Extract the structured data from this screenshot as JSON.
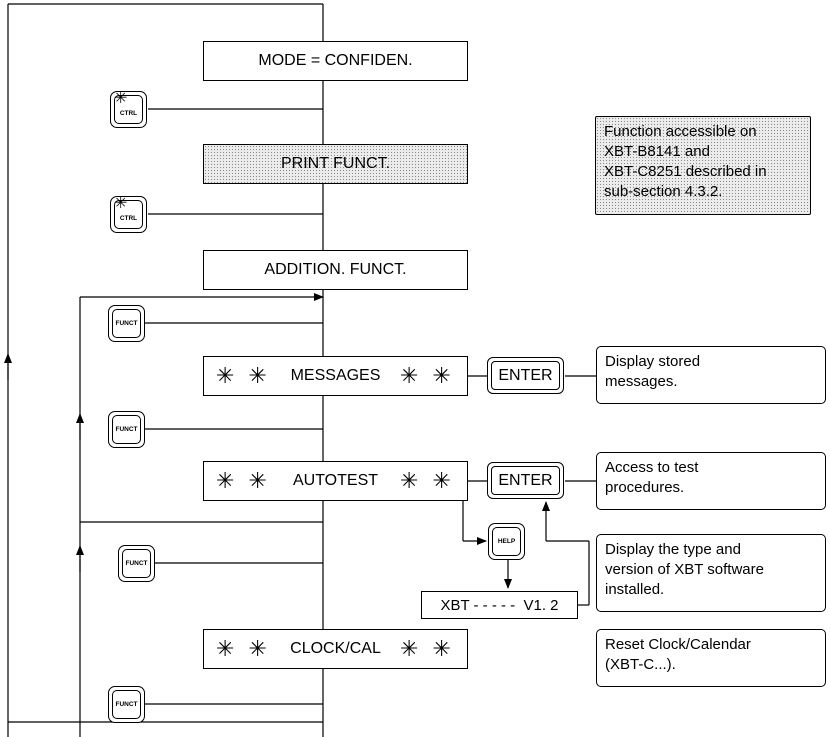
{
  "states": {
    "mode": "MODE = CONFIDEN.",
    "print": "PRINT FUNCT.",
    "addition": "ADDITION. FUNCT.",
    "messages": {
      "left": "✳ ✳",
      "label": "MESSAGES",
      "right": "✳ ✳"
    },
    "autotest": {
      "left": "✳ ✳",
      "label": "AUTOTEST",
      "right": "✳ ✳"
    },
    "clock": {
      "left": "✳ ✳",
      "label": "CLOCK/CAL",
      "right": "✳ ✳"
    },
    "xbt_display": "XBT - - - - -  V1. 2"
  },
  "keys": {
    "ctrl": "CTRL",
    "funct": "FUNCT",
    "enter": "ENTER",
    "help": "HELP"
  },
  "notes": {
    "function_accessible": [
      "Function accessible on",
      "XBT-B8141 and",
      "XBT-C8251 described in",
      "sub-section 4.3.2."
    ],
    "messages": [
      "Display stored",
      "messages."
    ],
    "autotest": [
      "Access to test",
      "procedures."
    ],
    "help": [
      "Display the type and",
      "version of XBT software",
      "installed."
    ],
    "clock": [
      "Reset Clock/Calendar",
      "(XBT-C...)."
    ]
  }
}
